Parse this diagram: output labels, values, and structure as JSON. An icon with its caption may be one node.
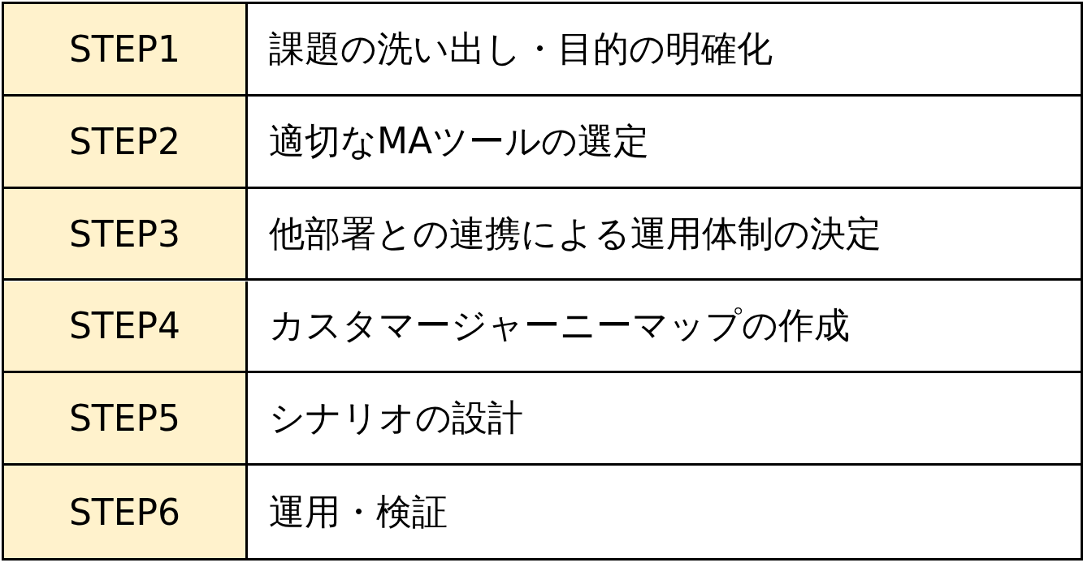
{
  "diagram": {
    "labels": [
      "STEP1",
      "課題の洗い出し・目的の明確化",
      "STEP2",
      "適切なMAツールの選定",
      "STEP3",
      "他部署との連携による運用体制の決定",
      "STEP4",
      "カスタマージャーニーマップの作成",
      "STEP5",
      "シナリオの設計",
      "STEP6",
      "運用・検証"
    ]
  }
}
